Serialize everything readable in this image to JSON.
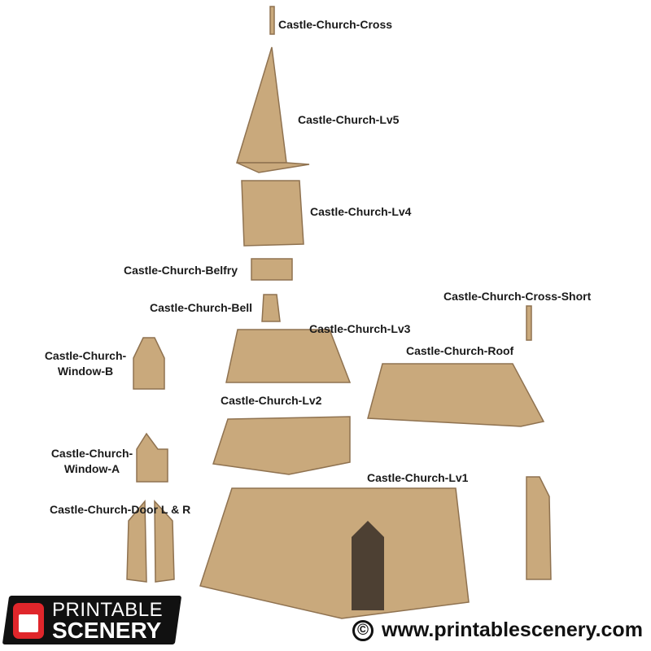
{
  "labels": {
    "cross": "Castle-Church-Cross",
    "lv5": "Castle-Church-Lv5",
    "lv4": "Castle-Church-Lv4",
    "belfry": "Castle-Church-Belfry",
    "cross_short": "Castle-Church-Cross-Short",
    "bell": "Castle-Church-Bell",
    "lv3": "Castle-Church-Lv3",
    "window_b_line1": "Castle-Church-",
    "window_b_line2": "Window-B",
    "roof": "Castle-Church-Roof",
    "lv2": "Castle-Church-Lv2",
    "window_a_line1": "Castle-Church-",
    "window_a_line2": "Window-A",
    "lv1": "Castle-Church-Lv1",
    "door": "Castle-Church-Door L & R"
  },
  "brand": {
    "line1": "PRINTABLE",
    "line2": "SCENERY",
    "copyright_symbol": "©",
    "website": "www.printablescenery.com"
  },
  "colors": {
    "stone": "#c9a97c",
    "stone_dark": "#8f7250",
    "logo_red": "#e0262b"
  }
}
